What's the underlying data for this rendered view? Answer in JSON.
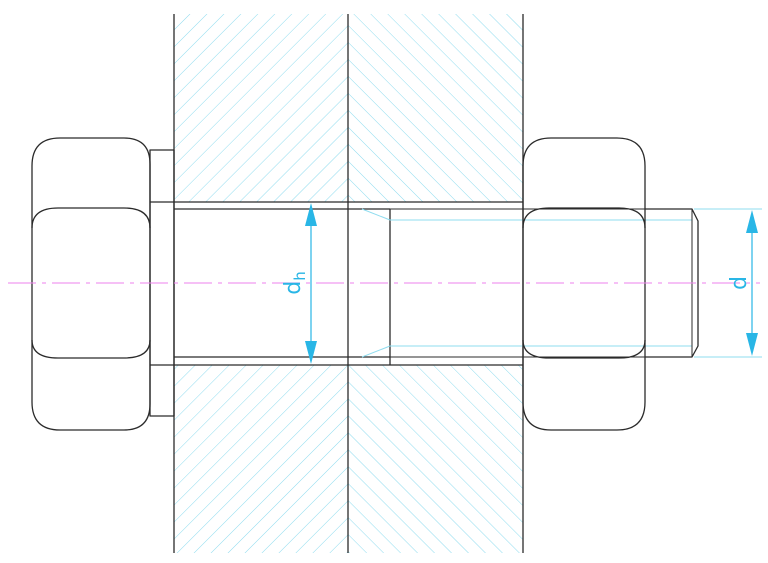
{
  "drawing": {
    "labels": {
      "hole_diameter_symbol": "d",
      "hole_diameter_subscript": "h",
      "bolt_diameter": "d"
    },
    "colors": {
      "outline": "#2b2b2b",
      "hatch": "#8fdcef",
      "dimension": "#29b6e6",
      "centerline": "#ee82ee"
    }
  }
}
